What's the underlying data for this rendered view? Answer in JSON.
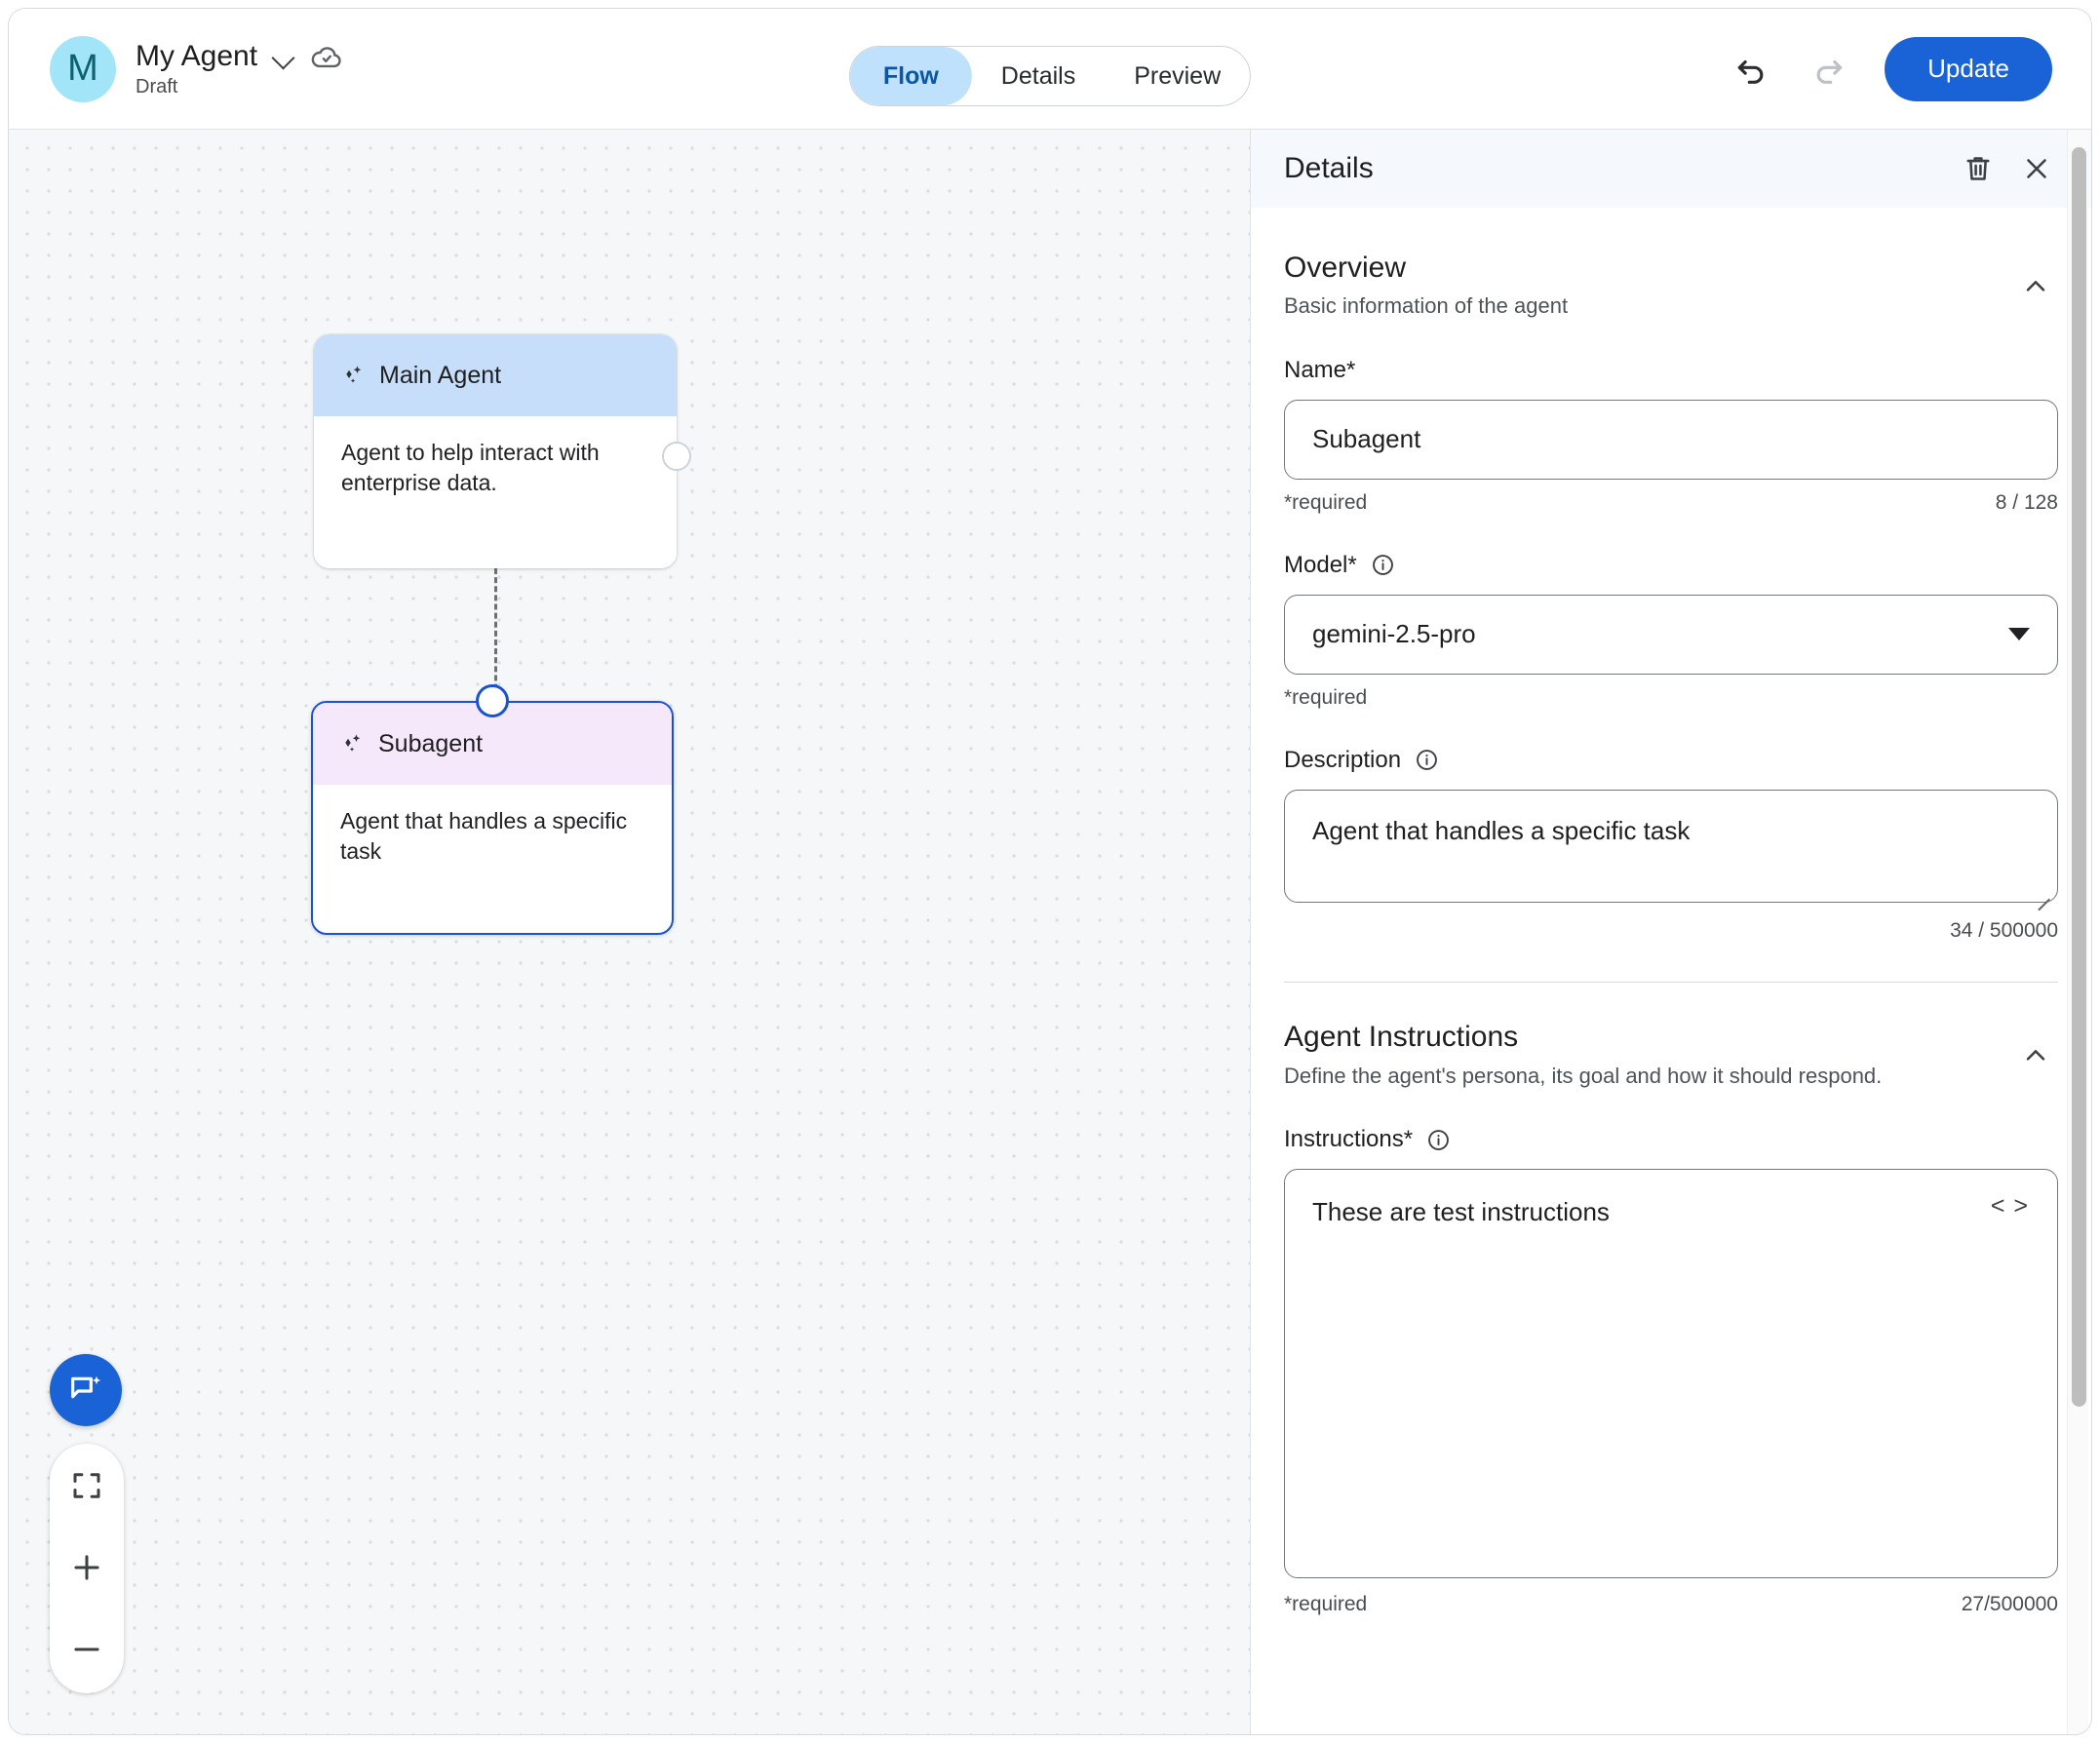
{
  "topbar": {
    "avatar_initial": "M",
    "agent_name": "My Agent",
    "status": "Draft",
    "name_dropdown_icon": "chevron-down-icon",
    "save_state_icon": "cloud-check-icon",
    "tabs": [
      {
        "label": "Flow",
        "active": true
      },
      {
        "label": "Details",
        "active": false
      },
      {
        "label": "Preview",
        "active": false
      }
    ],
    "undo_icon": "undo-icon",
    "redo_icon": "redo-icon",
    "update_label": "Update"
  },
  "canvas": {
    "nodes": [
      {
        "id": "main",
        "title": "Main Agent",
        "description": "Agent to help interact with enterprise data.",
        "icon": "sparkle-icon",
        "header_color": "#c7defa",
        "selected": false
      },
      {
        "id": "subagent",
        "title": "Subagent",
        "description": "Agent that handles a specific task",
        "icon": "sparkle-icon",
        "header_color": "#f5e8fb",
        "selected": true,
        "selected_border_color": "#1a52cf"
      }
    ],
    "edge": {
      "from": "main",
      "to": "subagent",
      "style": "dashed"
    },
    "controls": {
      "assist_icon": "chat-sparkle-icon",
      "fit_view_icon": "fit-screen-icon",
      "zoom_in_icon": "plus-icon",
      "zoom_out_icon": "minus-icon"
    }
  },
  "details": {
    "header": {
      "title": "Details",
      "delete_icon": "trash-icon",
      "close_icon": "close-icon"
    },
    "overview": {
      "title": "Overview",
      "subtitle": "Basic information of the agent",
      "collapse_icon": "chevron-up-icon",
      "name": {
        "label": "Name*",
        "value": "Subagent",
        "placeholder": "Name",
        "required_text": "*required",
        "counter": "8 / 128"
      },
      "model": {
        "label": "Model*",
        "info_icon": "info-icon",
        "value": "gemini-2.5-pro",
        "required_text": "*required",
        "dropdown_icon": "caret-down-icon"
      },
      "description": {
        "label": "Description",
        "info_icon": "info-icon",
        "value": "Agent that handles a specific task",
        "placeholder": "Description",
        "counter": "34 / 500000"
      }
    },
    "agent_instructions": {
      "title": "Agent Instructions",
      "subtitle": "Define the agent's persona, its goal and how it should respond.",
      "collapse_icon": "chevron-up-icon",
      "instructions": {
        "label": "Instructions*",
        "info_icon": "info-icon",
        "value": "These are test instructions",
        "placeholder": "Instructions",
        "code_toggle_label": "< >",
        "required_text": "*required",
        "counter": "27/500000"
      }
    }
  },
  "colors": {
    "accent_blue": "#1a63d6",
    "tab_active_bg": "#bfe1fc",
    "tab_active_text": "#0b57a4",
    "avatar_bg": "#a2e5f8",
    "main_node_header": "#c7defa",
    "sub_node_header": "#f5e8fb",
    "selection_border": "#1a52cf",
    "canvas_bg": "#f6f7f9"
  }
}
